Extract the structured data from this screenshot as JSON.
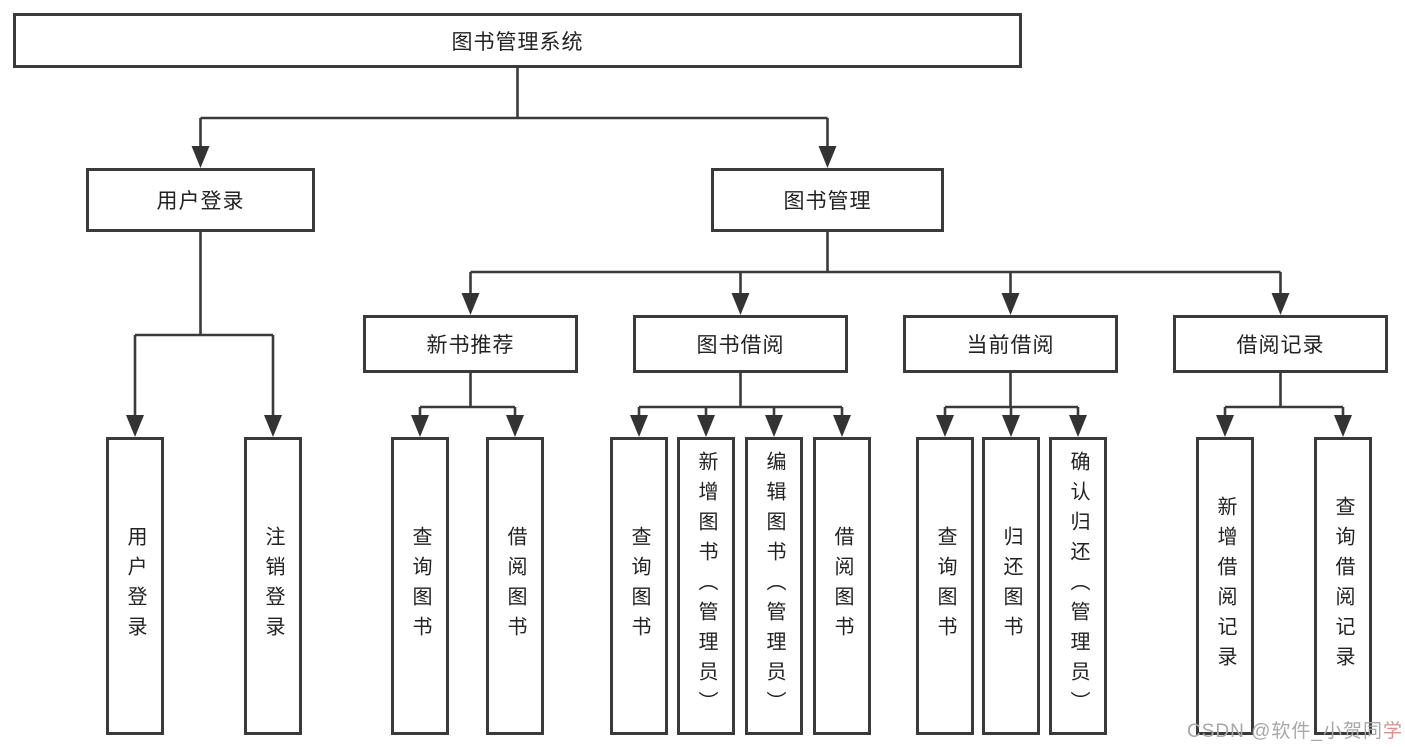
{
  "tree": {
    "root": {
      "label": "图书管理系统",
      "children": [
        {
          "label": "用户登录",
          "children": [
            {
              "label": "用户登录"
            },
            {
              "label": "注销登录"
            }
          ]
        },
        {
          "label": "图书管理",
          "children": [
            {
              "label": "新书推荐",
              "children": [
                {
                  "label": "查询图书"
                },
                {
                  "label": "借阅图书"
                }
              ]
            },
            {
              "label": "图书借阅",
              "children": [
                {
                  "label": "查询图书"
                },
                {
                  "label": "新增图书（管理员）"
                },
                {
                  "label": "编辑图书（管理员）"
                },
                {
                  "label": "借阅图书"
                }
              ]
            },
            {
              "label": "当前借阅",
              "children": [
                {
                  "label": "查询图书"
                },
                {
                  "label": "归还图书"
                },
                {
                  "label": "确认归还（管理员）"
                }
              ]
            },
            {
              "label": "借阅记录",
              "children": [
                {
                  "label": "新增借阅记录"
                },
                {
                  "label": "查询借阅记录"
                }
              ]
            }
          ]
        }
      ]
    }
  },
  "watermark": {
    "main": "CSDN @软件_小贺同",
    "accent": "学"
  },
  "colors": {
    "line": "#3a3a3a",
    "box_border": "#3a3a3a",
    "text": "#222222",
    "background": "#ffffff",
    "watermark": "#a8a8a8",
    "watermark_accent": "#d9908f"
  }
}
